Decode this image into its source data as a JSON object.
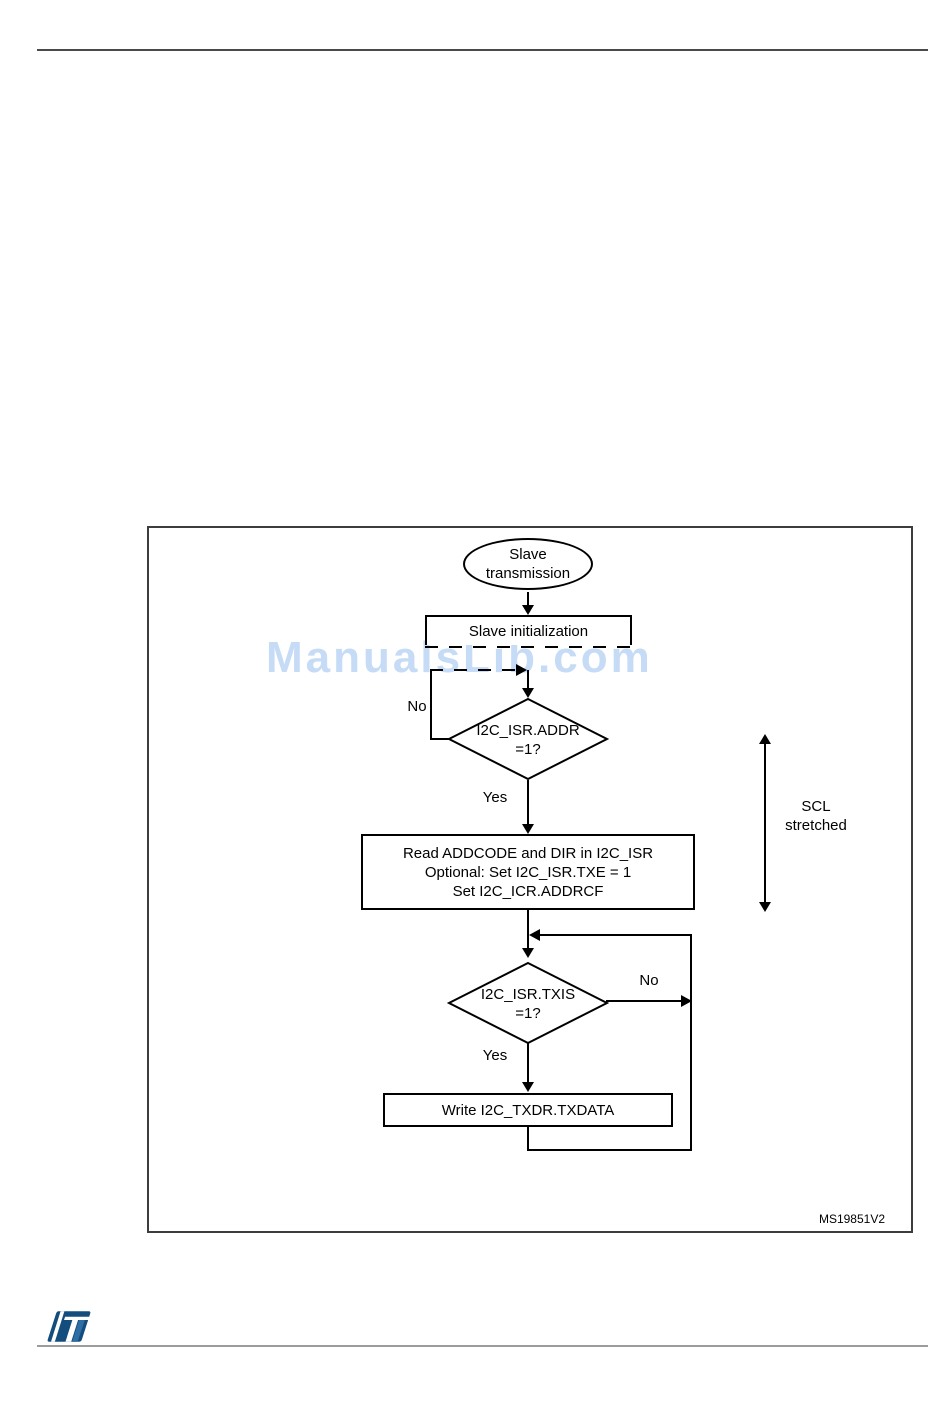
{
  "document": {
    "watermark_text": "ManualsLib.com",
    "figure_ref": "MS19851V2"
  },
  "flowchart": {
    "start_line1": "Slave",
    "start_line2": "transmission",
    "init_label": "Slave initialization",
    "addr_q_line1": "I2C_ISR.ADDR",
    "addr_q_line2": "=1?",
    "addr_no": "No",
    "addr_yes": "Yes",
    "read_line1": "Read ADDCODE and DIR in I2C_ISR",
    "read_line2": "Optional: Set I2C_ISR.TXE = 1",
    "read_line3": "Set I2C_ICR.ADDRCF",
    "txis_q_line1": "I2C_ISR.TXIS",
    "txis_q_line2": "=1?",
    "txis_no": "No",
    "txis_yes": "Yes",
    "write_label": "Write I2C_TXDR.TXDATA",
    "scl_line1": "SCL",
    "scl_line2": "stretched"
  },
  "colors": {
    "flow_line": "#000000",
    "frame_border": "#3d3d3d",
    "header_rule": "#4a4a4a",
    "footer_rule": "#9c9c9c",
    "watermark": "#c5dbf6",
    "logo_blue": "#134d7e"
  }
}
